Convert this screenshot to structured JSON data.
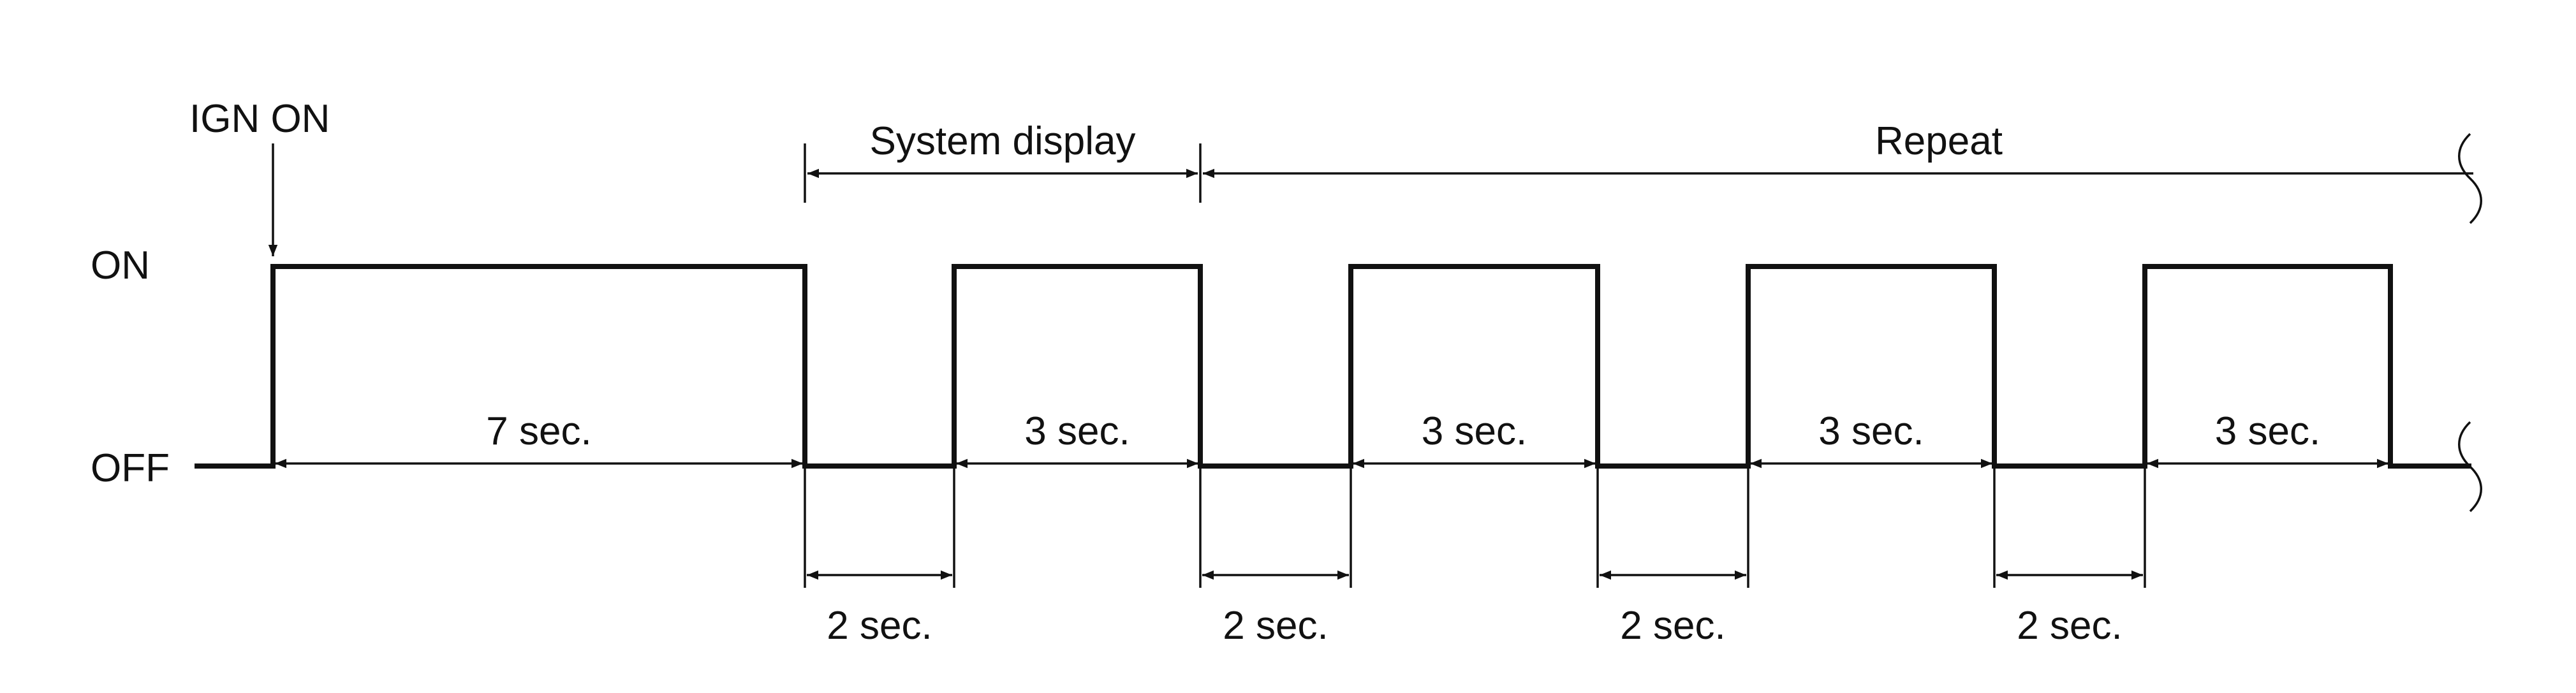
{
  "labels": {
    "ign_on": "IGN ON",
    "on": "ON",
    "off": "OFF",
    "system_display": "System display",
    "repeat": "Repeat"
  },
  "durations": {
    "initial": "7 sec.",
    "on_pulse": "3 sec.",
    "off_gap": "2 sec."
  },
  "timing": {
    "initial_on_sec": 7,
    "off_sec": 2,
    "on_sec": 3,
    "repeat_cycles_shown": 3
  },
  "colors": {
    "line": "#111111",
    "background": "#ffffff"
  }
}
